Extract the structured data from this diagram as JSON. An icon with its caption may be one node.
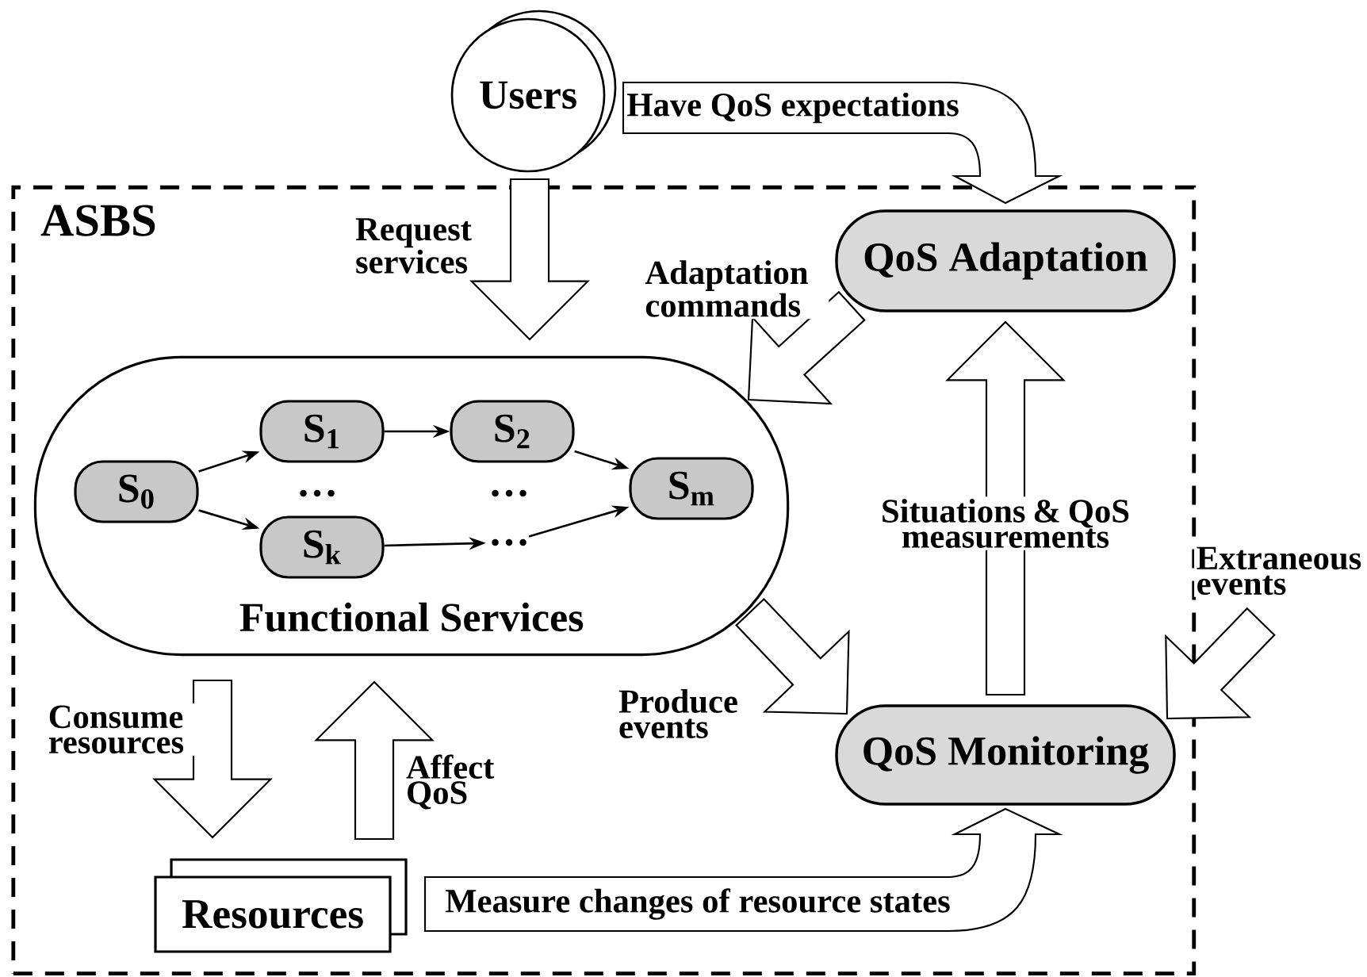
{
  "diagram": {
    "nodes": [
      {
        "text": [
          "Users"
        ]
      },
      {
        "text": [
          "ASBS"
        ]
      },
      {
        "text": [
          "Functional Services"
        ],
        "in": 1
      },
      {
        "text": [
          "S$_{0}$"
        ],
        "in": 2
      },
      {
        "text": [
          "S$_{1}$"
        ],
        "in": 2
      },
      {
        "text": [
          "S$_{2}$"
        ],
        "in": 2
      },
      {
        "text": [
          "S$_{k}$"
        ],
        "in": 2
      },
      {
        "text": [
          "S$_{m}$"
        ],
        "in": 2
      },
      {
        "text": [
          "QoS Adaptation"
        ],
        "in": 1
      },
      {
        "text": [
          "QoS Monitoring"
        ],
        "in": 1
      },
      {
        "text": [
          "Resources"
        ],
        "in": 1
      },
      {
        "text": [
          "…"
        ],
        "in": 2
      }
    ],
    "edges": [
      {
        "from": 3,
        "to": 4,
        "arrow": "to"
      },
      {
        "from": 3,
        "to": 6,
        "arrow": "to"
      },
      {
        "from": 4,
        "to": 5,
        "arrow": "to"
      },
      {
        "from": 5,
        "to": 7,
        "arrow": "to"
      },
      {
        "from": 6,
        "to": 11,
        "arrow": "to"
      },
      {
        "from": 11,
        "to": 7,
        "arrow": "to"
      },
      {
        "from": 0,
        "to": 2,
        "arrow": "to",
        "label": "Request services"
      },
      {
        "from": 0,
        "to": 8,
        "arrow": "to",
        "label": "Have QoS expectations"
      },
      {
        "from": 8,
        "to": 2,
        "arrow": "to",
        "label": "Adaptation commands"
      },
      {
        "from": 9,
        "to": 8,
        "arrow": "to",
        "label": "Situations & QoS measurements"
      },
      {
        "from": 2,
        "to": 9,
        "arrow": "to",
        "label": "Produce events"
      },
      {
        "from": null,
        "to": 9,
        "arrow": "to",
        "label": "Extraneous events"
      },
      {
        "from": 2,
        "to": 10,
        "arrow": "to",
        "label": "Consume resources"
      },
      {
        "from": 10,
        "to": 2,
        "arrow": "to",
        "label": "Affect QoS"
      },
      {
        "from": 10,
        "to": 9,
        "arrow": "to",
        "label": "Measure changes of resource states"
      }
    ],
    "labels": [
      "…",
      "…"
    ]
  }
}
